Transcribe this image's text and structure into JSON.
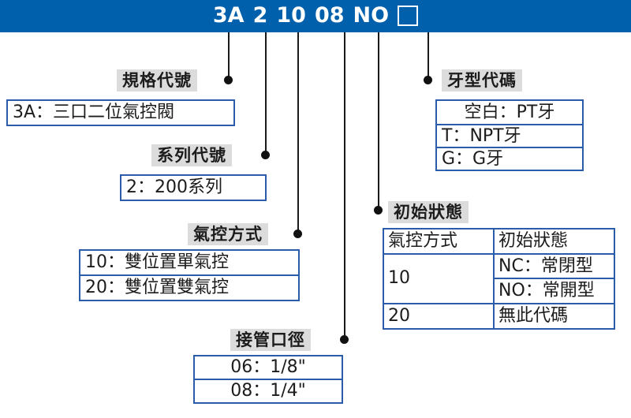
{
  "header": {
    "code_segments": [
      "3A",
      "2",
      "10",
      "08",
      "NO"
    ],
    "blank_box_name": "blank-option-box",
    "band_color": "#0060AC"
  },
  "groups": {
    "spec": {
      "caption": "規格代號",
      "rows": [
        "3A：三口二位氣控閥"
      ]
    },
    "series": {
      "caption": "系列代號",
      "rows": [
        "2：200系列"
      ]
    },
    "control": {
      "caption": "氣控方式",
      "rows": [
        "10：雙位置單氣控",
        "20：雙位置雙氣控"
      ]
    },
    "port": {
      "caption": "接管口徑",
      "rows": [
        "06：1/8\"",
        "08：1/4\""
      ]
    },
    "thread": {
      "caption": "牙型代碼",
      "rows": [
        "空白：PT牙",
        "T：NPT牙",
        "G：G牙"
      ]
    },
    "state": {
      "caption": "初始狀態",
      "table": {
        "headers": [
          "氣控方式",
          "初始狀態"
        ],
        "rows": [
          {
            "code": "10",
            "values": [
              "NC：常閉型",
              "NO：常開型"
            ]
          },
          {
            "code": "20",
            "values": [
              "無此代碼"
            ]
          }
        ]
      }
    }
  },
  "colors": {
    "accent_blue": "#0060AC",
    "border_blue": "#2A5CAA",
    "tab_gray": "#DCDCDC",
    "text_dark": "#1C1C1C"
  }
}
